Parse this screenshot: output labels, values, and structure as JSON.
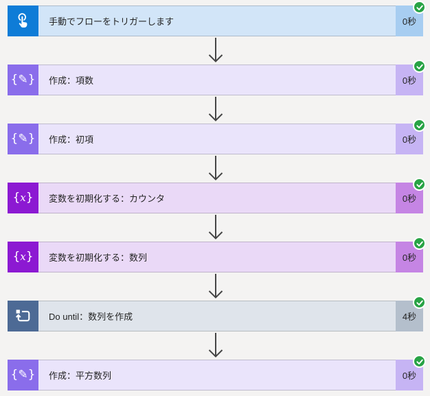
{
  "flow": {
    "steps": [
      {
        "kind": "trigger",
        "icon": "hand-tap-icon",
        "label": "手動でフローをトリガーします",
        "duration": "0秒",
        "status": "success"
      },
      {
        "kind": "compose",
        "icon": "compose-braces-pencil-icon",
        "label": "作成：項数",
        "duration": "0秒",
        "status": "success"
      },
      {
        "kind": "compose",
        "icon": "compose-braces-pencil-icon",
        "label": "作成：初項",
        "duration": "0秒",
        "status": "success"
      },
      {
        "kind": "variable",
        "icon": "variable-braces-x-icon",
        "label": "変数を初期化する：カウンタ",
        "duration": "0秒",
        "status": "success"
      },
      {
        "kind": "variable",
        "icon": "variable-braces-x-icon",
        "label": "変数を初期化する：数列",
        "duration": "0秒",
        "status": "success"
      },
      {
        "kind": "dountil",
        "icon": "do-until-loop-icon",
        "label": "Do until：数列を作成",
        "duration": "4秒",
        "status": "success"
      },
      {
        "kind": "compose",
        "icon": "compose-braces-pencil-icon",
        "label": "作成：平方数列",
        "duration": "0秒",
        "status": "success"
      }
    ],
    "glyphs": {
      "compose": "{✎}",
      "variable_open": "{",
      "variable_x": "x",
      "variable_close": "}"
    },
    "status_icon": "check-circle-icon",
    "colors": {
      "page_bg": "#f4f3f2",
      "text": "#242424",
      "arrow": "#454545",
      "check_green": "#28a345",
      "trigger": {
        "icon_bg": "#0e7cd7",
        "body_bg": "#d2e5f8",
        "duration_bg": "#a7cdf1"
      },
      "compose": {
        "icon_bg": "#8a6deb",
        "body_bg": "#eae4fb",
        "duration_bg": "#c6b4f4"
      },
      "variable": {
        "icon_bg": "#8c19d2",
        "body_bg": "#ead9f7",
        "duration_bg": "#c585e4"
      },
      "dountil": {
        "icon_bg": "#4d6a95",
        "body_bg": "#dfe4eb",
        "duration_bg": "#b4bfcc"
      }
    }
  }
}
